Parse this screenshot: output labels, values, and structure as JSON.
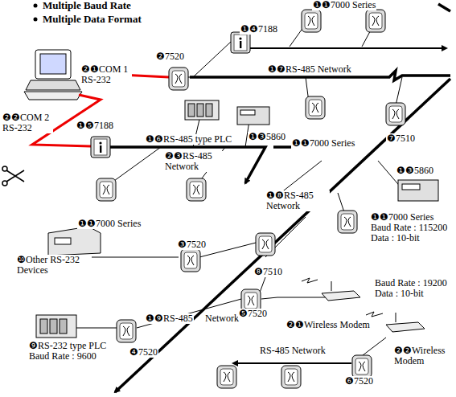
{
  "diagram": {
    "labels": [
      "Multiple Baud Rate",
      "Multiple Data Format",
      "❷❶COM 1 RS-232",
      "❷❷COM 2 RS-232",
      "❶❹7188",
      "❶❶7000 Series",
      "❷7520",
      "❶❼RS-485 Network",
      "❶❺7188",
      "❶❻RS-485 type PLC",
      "❶❸5860",
      "❶❶7000 Series",
      "❼7510",
      "❷❸RS-485 Network",
      "❶❶7000 Series",
      "❶❽RS-485 Network",
      "❶❸5860",
      "❶❶7000 Series Baud Rate : 115200 Data : 10-bit",
      "❸7520",
      "❿Other RS-232 Devices",
      "❽7510",
      "Baud Rate : 19200 Data : 10-bit",
      "❶❾RS-485",
      "Network",
      "❺7520",
      "❷❶Wireless Modem",
      "❾RS-232 type PLC Baud Rate : 9600",
      "❹7520",
      "RS-485 Network",
      "❷❷Wireless Modem",
      "❻7520"
    ]
  }
}
